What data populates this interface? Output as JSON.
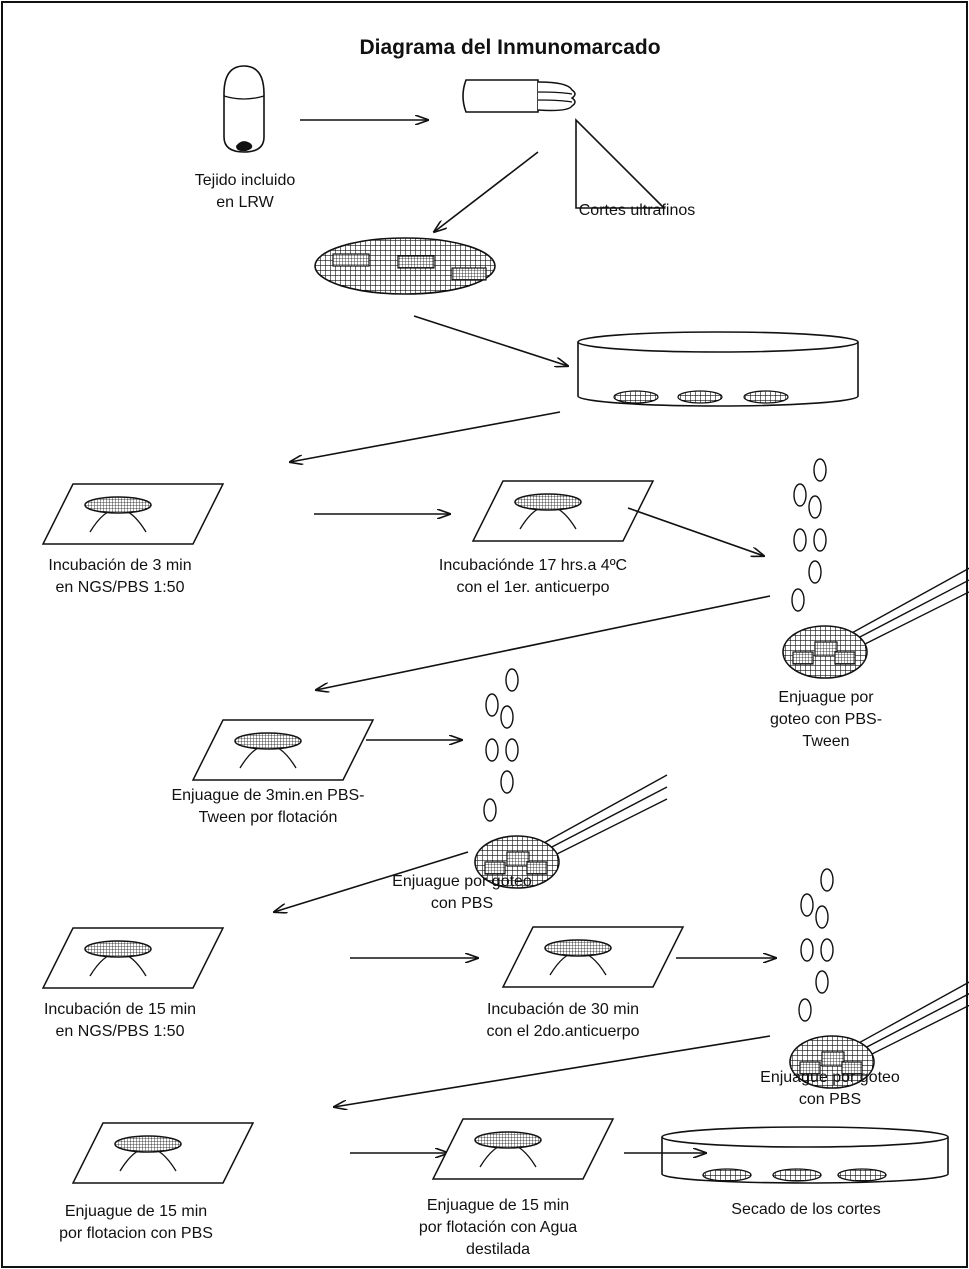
{
  "title": "Diagrama del Inmunomarcado",
  "labels": {
    "tejido": [
      "Tejido incluido",
      "en LRW"
    ],
    "cortes": [
      "Cortes ultrafinos"
    ],
    "inc3": [
      "Incubación de 3 min",
      "en NGS/PBS 1:50"
    ],
    "inc17": [
      "Incubaciónde 17 hrs.a 4ºC",
      "con el 1er. anticuerpo"
    ],
    "enj_goteo_tween": [
      "Enjuague  por",
      "goteo con PBS-",
      "Tween"
    ],
    "enj3_tween": [
      "Enjuague de 3min.en PBS-",
      "Tween por flotación"
    ],
    "enj_goteo_pbs1": [
      "Enjuague por goteo",
      "con PBS"
    ],
    "inc15": [
      "Incubación de 15 min",
      "en NGS/PBS 1:50"
    ],
    "inc30": [
      "Incubación de  30 min",
      "con el 2do.anticuerpo"
    ],
    "enj_goteo_pbs2": [
      "Enjuague por goteo",
      "con PBS"
    ],
    "enj15_pbs": [
      "Enjuague de 15 min",
      "por flotacion con PBS"
    ],
    "enj15_agua": [
      "Enjuague de 15 min",
      "por flotación con Agua",
      "destilada"
    ],
    "secado": [
      "Secado de los cortes"
    ]
  },
  "colors": {
    "ink": "#111111",
    "paper": "#ffffff"
  }
}
